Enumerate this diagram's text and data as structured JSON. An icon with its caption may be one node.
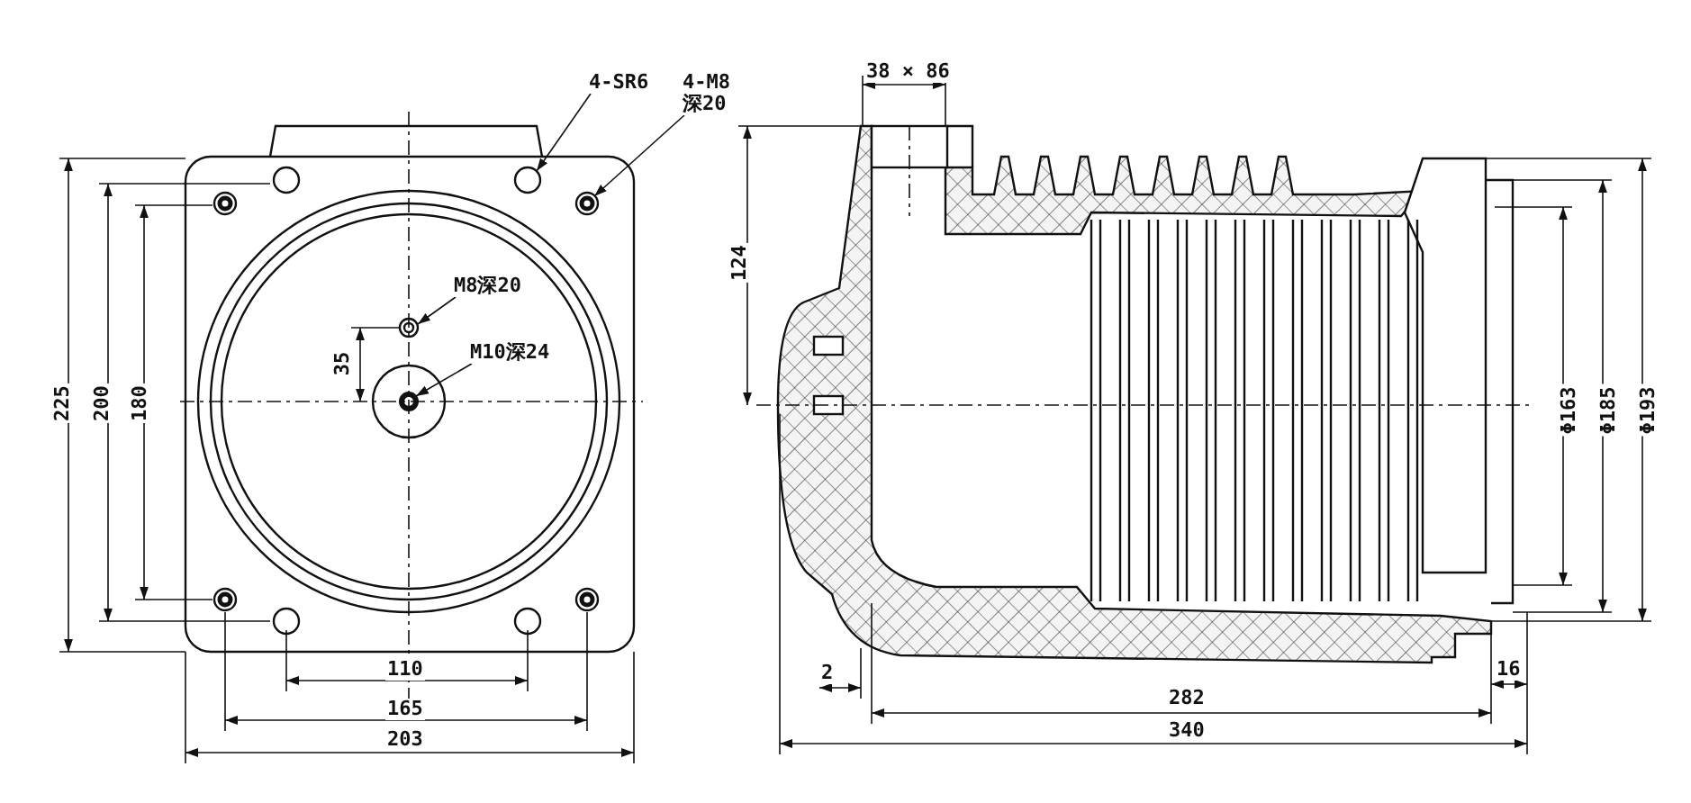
{
  "diagram": {
    "nodes": [
      {
        "text": [
          "4-SR6"
        ]
      },
      {
        "text": [
          "4-M8 深20"
        ]
      },
      {
        "text": [
          "M8深20"
        ]
      },
      {
        "text": [
          "M10深24"
        ]
      }
    ],
    "edges": [
      {
        "from": 0,
        "to": null,
        "arrow": "to"
      },
      {
        "from": 1,
        "to": null,
        "arrow": "to"
      },
      {
        "from": 2,
        "to": null,
        "arrow": "to"
      },
      {
        "from": 3,
        "to": null,
        "arrow": "to"
      }
    ],
    "labels": [
      "38 × 86",
      "225",
      "200",
      "180",
      "35",
      "124",
      "Φ163",
      "Φ185",
      "Φ193",
      "110",
      "2",
      "282",
      "16",
      "165",
      "203",
      "340"
    ]
  }
}
